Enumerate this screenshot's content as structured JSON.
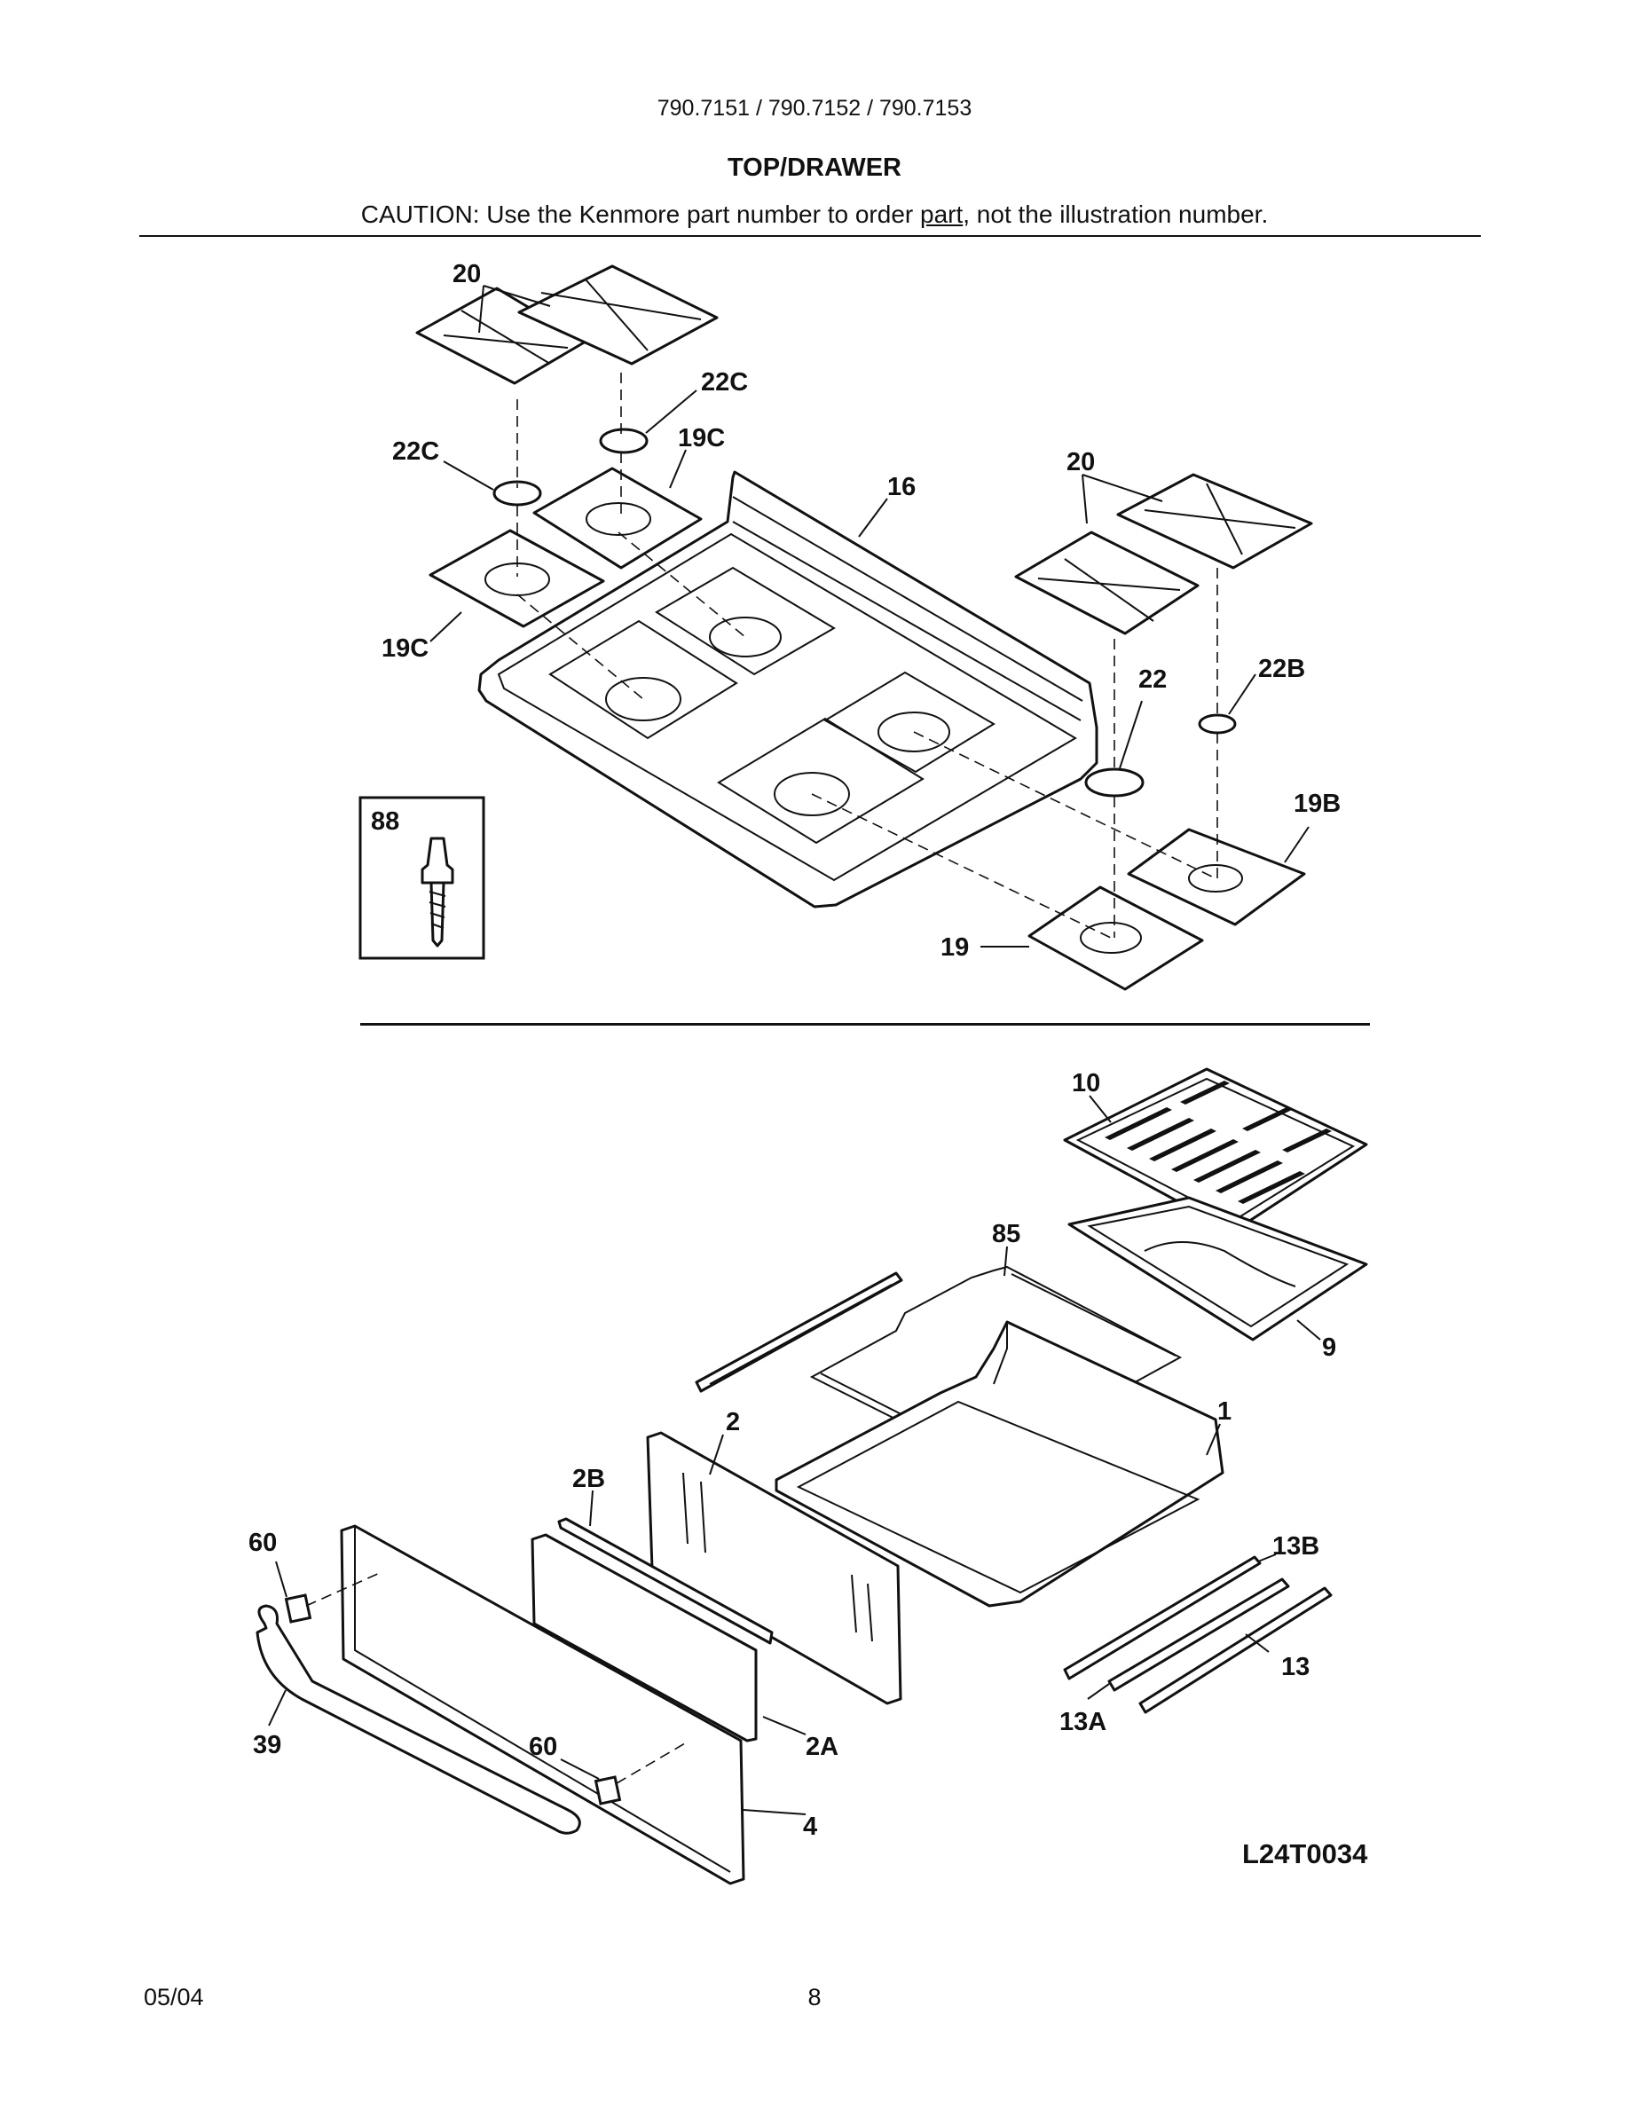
{
  "header": {
    "models": "790.7151 / 790.7152 / 790.7153",
    "title": "TOP/DRAWER",
    "caution_before": "CAUTION: Use the Kenmore part number to order ",
    "caution_underlined": "part",
    "caution_after": ", not the illustration number."
  },
  "callouts": {
    "c20_left": "20",
    "c22c_right": "22C",
    "c19c_top": "19C",
    "c22c_left": "22C",
    "c16": "16",
    "c20_right": "20",
    "c19c_bottom": "19C",
    "c22": "22",
    "c22b": "22B",
    "c88": "88",
    "c19b": "19B",
    "c19": "19",
    "c10": "10",
    "c85": "85",
    "c9": "9",
    "c1": "1",
    "c2": "2",
    "c2b": "2B",
    "c60_top": "60",
    "c13b": "13B",
    "c13": "13",
    "c13a": "13A",
    "c39": "39",
    "c60_bottom": "60",
    "c2a": "2A",
    "c4": "4"
  },
  "drawing_id": "L24T0034",
  "footer": {
    "date": "05/04",
    "page": "8"
  }
}
